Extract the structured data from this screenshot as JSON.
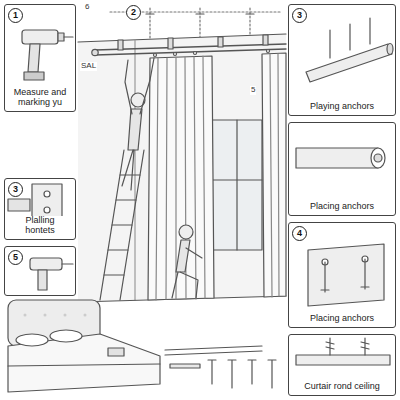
{
  "diagram": {
    "nodes": [
      {
        "text": [
          "1",
          "Measure and marking yu"
        ]
      },
      {
        "text": [
          "3",
          "Playing anchors"
        ]
      },
      {
        "text": [
          "3",
          "Plalling hontets"
        ]
      },
      {
        "text": [
          "Placing anchors"
        ]
      },
      {
        "text": [
          "5"
        ]
      },
      {
        "text": [
          "4",
          "Placing anchors"
        ]
      },
      {
        "text": [
          "Curtair rond ceiling"
        ]
      }
    ],
    "labels": [
      "2",
      "6",
      "5",
      "SAL"
    ]
  }
}
